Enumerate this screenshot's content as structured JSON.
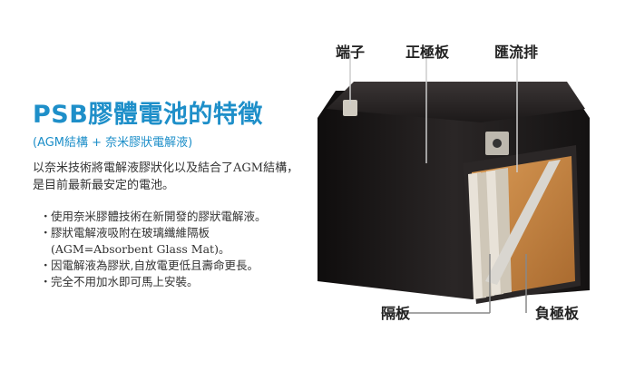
{
  "title": "PSB膠體電池的特徵",
  "subtitle": "(AGM結構 + 奈米膠狀電解液)",
  "intro": "以奈米技術將電解液膠狀化以及結合了AGM結構，是目前最新最安定的電池。",
  "features": [
    "使用奈米膠體技術在新開發的膠狀電解液。",
    "膠狀電解液吸附在玻璃纖維隔板",
    "(AGM=Absorbent Glass Mat)。",
    "因電解液為膠狀,自放電更低且壽命更長。",
    "完全不用加水即可馬上安裝。"
  ],
  "labels": {
    "terminal": "端子",
    "positive_plate": "正極板",
    "busbar": "匯流排",
    "separator": "隔板",
    "negative_plate": "負極板"
  },
  "colors": {
    "accent": "#1e8fc9",
    "battery_body": "#1a1717",
    "plate": "#c7843f"
  }
}
